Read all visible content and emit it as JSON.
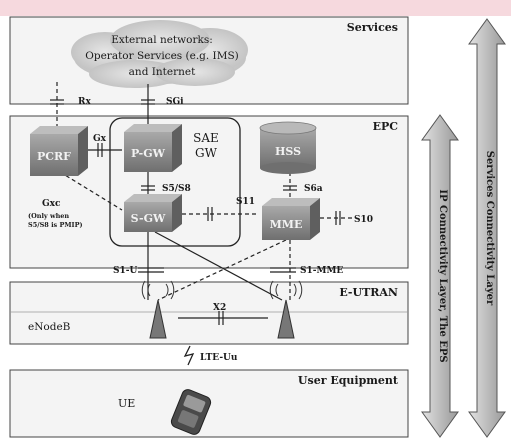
{
  "layers": {
    "services": "Services",
    "epc": "EPC",
    "eutran": "E-UTRAN",
    "user_equipment": "User Equipment"
  },
  "cloud": {
    "line1": "External networks:",
    "line2": "Operator Services (e.g. IMS)",
    "line3": "and Internet"
  },
  "nodes": {
    "pcrf": "PCRF",
    "pgw": "P-GW",
    "sgw": "S-GW",
    "hss": "HSS",
    "mme": "MME",
    "sae_line1": "SAE",
    "sae_line2": "GW",
    "enodeb": "eNodeB",
    "ue": "UE"
  },
  "interfaces": {
    "rx": "Rx",
    "sgi": "SGi",
    "gx": "Gx",
    "s5s8": "S5/S8",
    "gxc": "Gxc",
    "gxc_note1": "(Only when",
    "gxc_note2": "S5/S8 is PMIP)",
    "s6a": "S6a",
    "s11": "S11",
    "s10": "S10",
    "s1u": "S1-U",
    "s1mme": "S1-MME",
    "x2": "X2",
    "lteuu": "LTE-Uu"
  },
  "side_labels": {
    "ip_connectivity": "IP Connectivity Layer, The EPS",
    "services_connectivity": "Services Connectivity Layer"
  },
  "colors": {
    "node_fill": "#8d8d8d",
    "box_fill": "#f2f2f2",
    "arrow_fill": "#c8c8c8",
    "top_band": "#f6d9de"
  }
}
